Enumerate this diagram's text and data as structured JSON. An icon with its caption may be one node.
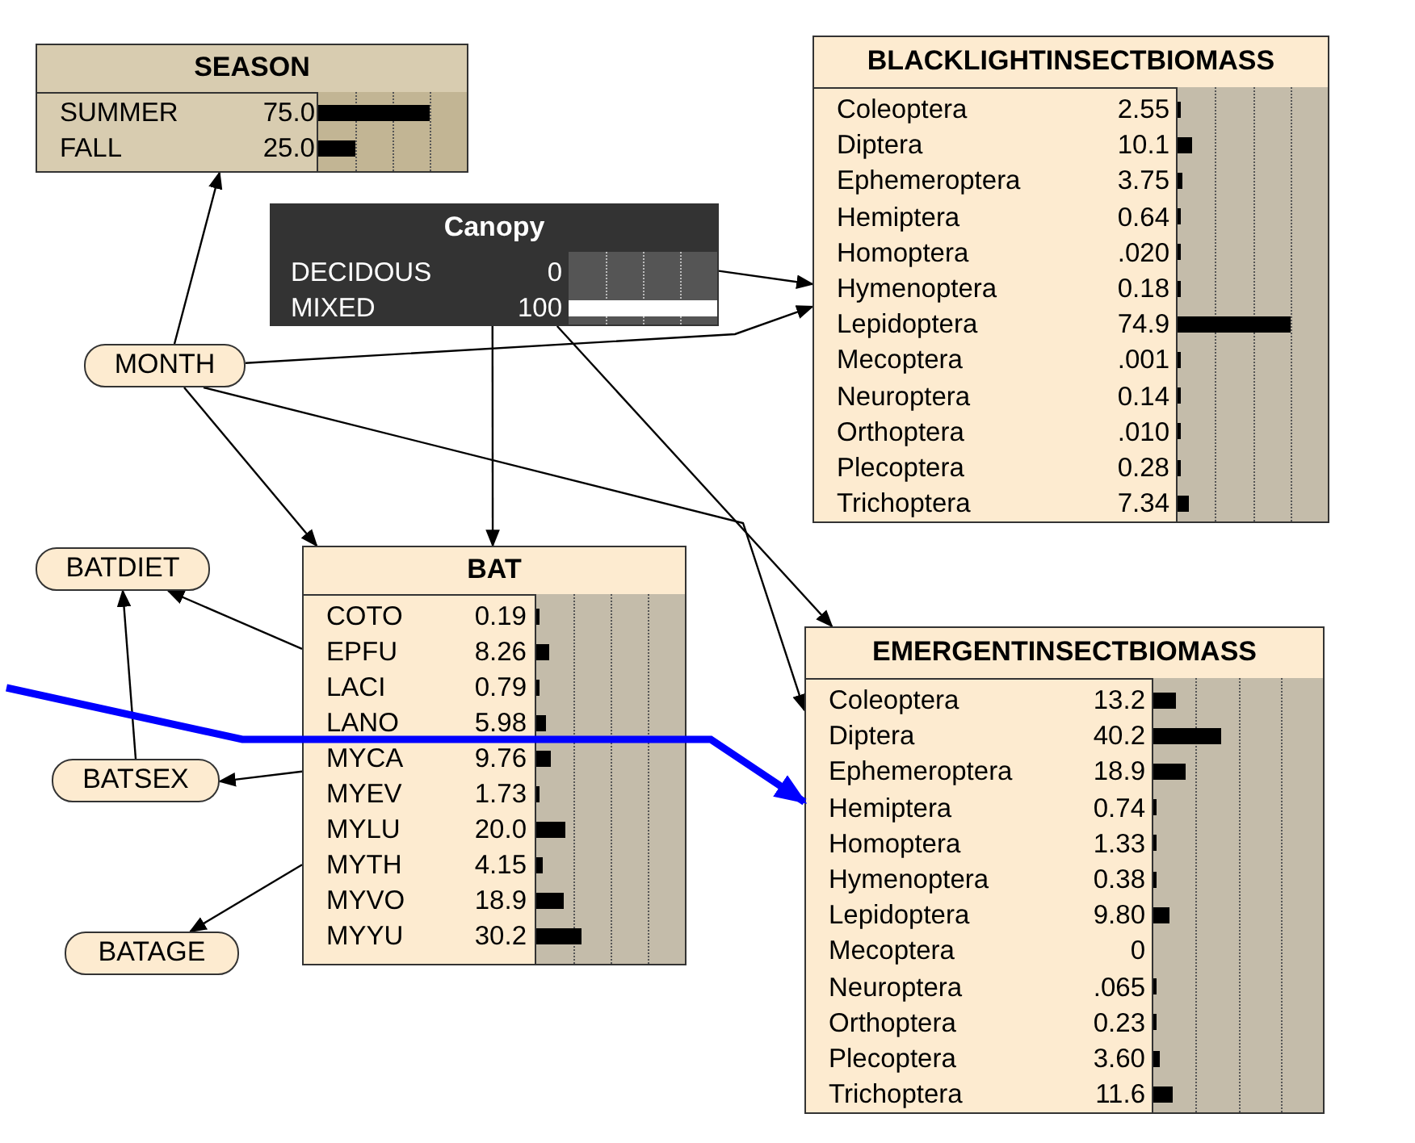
{
  "diagram": {
    "nodes": [
      {
        "text": [
          "SEASON",
          "SUMMER 75.0",
          "FALL 25.0"
        ]
      },
      {
        "text": [
          "BLACKLIGHTINSECTBIOMASS",
          "Coleoptera 2.55",
          "Diptera 10.1",
          "Ephemeroptera 3.75",
          "Hemiptera 0.64",
          "Homoptera .020",
          "Hymenoptera 0.18",
          "Lepidoptera 74.9",
          "Mecoptera .001",
          "Neuroptera 0.14",
          "Orthoptera .010",
          "Plecoptera 0.28",
          "Trichoptera 7.34"
        ]
      },
      {
        "text": [
          "Canopy",
          "DECIDOUS 0",
          "MIXED 100"
        ]
      },
      {
        "text": [
          "MONTH"
        ]
      },
      {
        "text": [
          "BATDIET"
        ]
      },
      {
        "text": [
          "BAT",
          "COTO 0.19",
          "EPFU 8.26",
          "LACI 0.79",
          "LANO 5.98",
          "MYCA 9.76",
          "MYEV 1.73",
          "MYLU 20.0",
          "MYTH 4.15",
          "MYVO 18.9",
          "MYYU 30.2"
        ]
      },
      {
        "text": [
          "EMERGENTINSECTBIOMASS",
          "Coleoptera 13.2",
          "Diptera 40.2",
          "Ephemeroptera 18.9",
          "Hemiptera 0.74",
          "Homoptera 1.33",
          "Hymenoptera 0.38",
          "Lepidoptera 9.80",
          "Mecoptera 0",
          "Neuroptera .065",
          "Orthoptera 0.23",
          "Plecoptera 3.60",
          "Trichoptera 11.6"
        ]
      },
      {
        "text": [
          "BATSEX"
        ]
      },
      {
        "text": [
          "BATAGE"
        ]
      }
    ],
    "edges": [
      {
        "from": 3,
        "to": 0,
        "arrow": "to"
      },
      {
        "from": 2,
        "to": 1,
        "arrow": "to"
      },
      {
        "from": 3,
        "to": 1,
        "arrow": "to"
      },
      {
        "from": 3,
        "to": 5,
        "arrow": "to"
      },
      {
        "from": 3,
        "to": 6,
        "arrow": "to"
      },
      {
        "from": 2,
        "to": 5,
        "arrow": "to"
      },
      {
        "from": 2,
        "to": 6,
        "arrow": "to"
      },
      {
        "from": 5,
        "to": 4,
        "arrow": "to"
      },
      {
        "from": 5,
        "to": 7,
        "arrow": "to"
      },
      {
        "from": 5,
        "to": 8,
        "arrow": "to"
      },
      {
        "from": 7,
        "to": 4,
        "arrow": "to"
      },
      {
        "from": null,
        "to": 6,
        "arrow": "to",
        "style": "thick",
        "color": "#0000ff"
      }
    ]
  }
}
